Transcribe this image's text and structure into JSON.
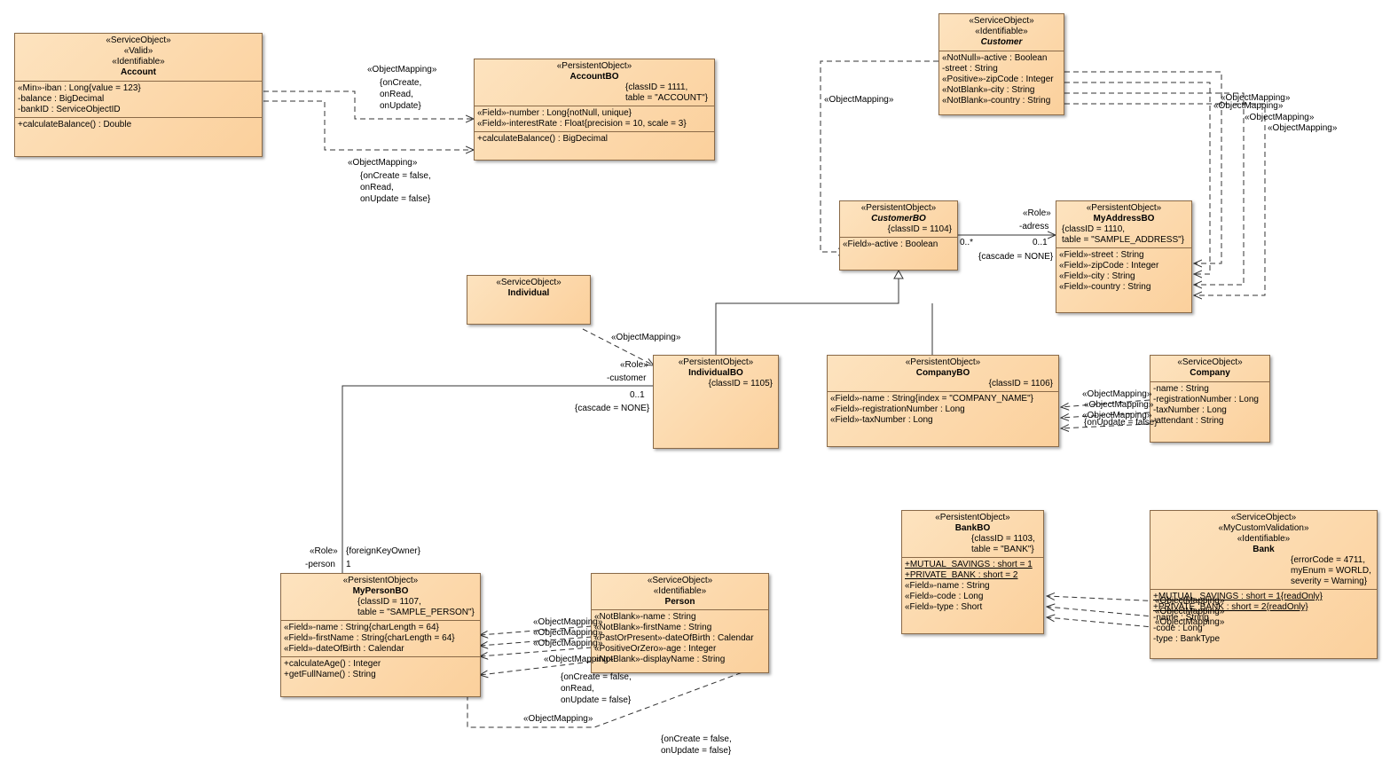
{
  "classes": {
    "account": {
      "stereotypes": [
        "«ServiceObject»",
        "«Valid»",
        "«Identifiable»"
      ],
      "name": "Account",
      "attributes": [
        "«Min»-iban : Long{value = 123}",
        "-balance : BigDecimal",
        "-bankID : ServiceObjectID"
      ],
      "operations": [
        "+calculateBalance() : Double"
      ]
    },
    "account_bo": {
      "stereotypes": [
        "«PersistentObject»"
      ],
      "name": "AccountBO",
      "tags": [
        "{classID = 1111,",
        "table = \"ACCOUNT\"}"
      ],
      "attributes": [
        "«Field»-number : Long{notNull, unique}",
        "«Field»-interestRate : Float{precision = 10, scale = 3}"
      ],
      "operations": [
        "+calculateBalance() : BigDecimal"
      ]
    },
    "customer": {
      "stereotypes": [
        "«ServiceObject»",
        "«Identifiable»"
      ],
      "name": "Customer",
      "attributes": [
        "«NotNull»-active : Boolean",
        "-street : String",
        "«Positive»-zipCode : Integer",
        "«NotBlank»-city : String",
        "«NotBlank»-country : String"
      ]
    },
    "customer_bo": {
      "stereotypes": [
        "«PersistentObject»"
      ],
      "name": "CustomerBO",
      "tags": [
        "{classID = 1104}"
      ],
      "attributes": [
        "«Field»-active : Boolean"
      ]
    },
    "my_address_bo": {
      "stereotypes": [
        "«PersistentObject»"
      ],
      "name": "MyAddressBO",
      "tags": [
        "{classID = 1110,",
        "table = \"SAMPLE_ADDRESS\"}"
      ],
      "attributes": [
        "«Field»-street : String",
        "«Field»-zipCode : Integer",
        "«Field»-city : String",
        "«Field»-country : String"
      ]
    },
    "individual": {
      "stereotypes": [
        "«ServiceObject»"
      ],
      "name": "Individual"
    },
    "individual_bo": {
      "stereotypes": [
        "«PersistentObject»"
      ],
      "name": "IndividualBO",
      "tags": [
        "{classID = 1105}"
      ]
    },
    "company_bo": {
      "stereotypes": [
        "«PersistentObject»"
      ],
      "name": "CompanyBO",
      "tags": [
        "{classID = 1106}"
      ],
      "attributes": [
        "«Field»-name : String{index = \"COMPANY_NAME\"}",
        "«Field»-registrationNumber : Long",
        "«Field»-taxNumber : Long"
      ]
    },
    "company": {
      "stereotypes": [
        "«ServiceObject»"
      ],
      "name": "Company",
      "attributes": [
        "-name : String",
        "-registrationNumber : Long",
        "-taxNumber : Long",
        "-attendant : String"
      ]
    },
    "bank_bo": {
      "stereotypes": [
        "«PersistentObject»"
      ],
      "name": "BankBO",
      "tags": [
        "{classID = 1103,",
        "table = \"BANK\"}"
      ],
      "static_attributes": [
        "+MUTUAL_SAVINGS : short = 1",
        "+PRIVATE_BANK : short = 2"
      ],
      "attributes": [
        "«Field»-name : String",
        "«Field»-code : Long",
        "«Field»-type : Short"
      ]
    },
    "bank": {
      "stereotypes": [
        "«ServiceObject»",
        "«MyCustomValidation»",
        "«Identifiable»"
      ],
      "name": "Bank",
      "tags": [
        "{errorCode = 4711,",
        "myEnum = WORLD,",
        "severity = Warning}"
      ],
      "static_attributes": [
        "+MUTUAL_SAVINGS : short = 1{readOnly}",
        "+PRIVATE_BANK : short = 2{readOnly}"
      ],
      "attributes": [
        "-name : String",
        "-code : Long",
        "-type : BankType"
      ]
    },
    "my_person_bo": {
      "stereotypes": [
        "«PersistentObject»"
      ],
      "name": "MyPersonBO",
      "tags": [
        "{classID = 1107,",
        "table = \"SAMPLE_PERSON\"}"
      ],
      "attributes": [
        "«Field»-name : String{charLength = 64}",
        "«Field»-firstName : String{charLength = 64}",
        "«Field»-dateOfBirth : Calendar"
      ],
      "operations": [
        "+calculateAge() : Integer",
        "+getFullName() : String"
      ]
    },
    "person": {
      "stereotypes": [
        "«ServiceObject»",
        "«Identifiable»"
      ],
      "name": "Person",
      "attributes": [
        "«NotBlank»-name : String",
        "«NotBlank»-firstName : String",
        "«PastOrPresent»-dateOfBirth : Calendar",
        "«PositiveOrZero»-age : Integer",
        "«NotBlank»-displayName : String"
      ]
    }
  },
  "labels": {
    "om": "«ObjectMapping»",
    "role": "«Role»",
    "acc_tags1": [
      "{onCreate,",
      "onRead,",
      "onUpdate}"
    ],
    "acc_tags2": [
      "{onCreate = false,",
      "onRead,",
      "onUpdate = false}"
    ],
    "adress_role": "-adress",
    "mult_many": "0..*",
    "mult_01": "0..1",
    "mult_1": "1",
    "cascade_none": "{cascade = NONE}",
    "customer_role": "-customer",
    "person_role": "-person",
    "foreign_key_owner": "{foreignKeyOwner}",
    "company_onupdate": "{onUpdate = false}",
    "person_tags1": [
      "{onCreate = false,",
      "onRead,",
      "onUpdate = false}"
    ],
    "person_tags2": [
      "{onCreate = false,",
      "onUpdate = false}"
    ]
  }
}
